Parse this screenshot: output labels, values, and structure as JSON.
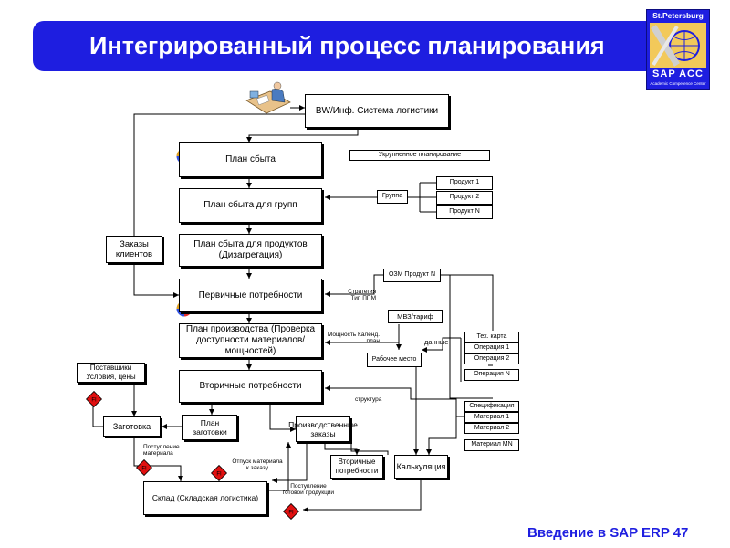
{
  "header": {
    "title": "Интегрированный процесс планирования"
  },
  "logo": {
    "top_text": "St.Petersburg",
    "brand": "SAP  ACC",
    "subtitle": "Academic Competence Center"
  },
  "footer": {
    "text": "Введение в SAP ERP  47"
  },
  "diagram": {
    "nodes": {
      "bw_system": "BW/Инф. Система логистики",
      "sales_plan": "План сбыта",
      "sales_plan_groups": "План сбыта для групп",
      "sales_plan_products": "План сбыта для продуктов (Дизагрегация)",
      "primary_demands": "Первичные потребности",
      "production_plan": "План производства (Проверка доступности материалов/мощностей)",
      "secondary_demands": "Вторичные потребности",
      "customer_orders": "Заказы клиентов",
      "suppliers": "Поставщики Условия, цены",
      "procurement": "Заготовка",
      "procurement_plan": "План заготовки",
      "production_orders": "Производственные заказы",
      "secondary_demands_small": "Вторичные потребности",
      "costing": "Калькуляция",
      "warehouse": "Склад (Складская логистика)",
      "rough_planning": "Укрупненное планирование",
      "group": "Группа",
      "product_1": "Продукт 1",
      "product_2": "Продукт 2",
      "product_n": "Продукт N",
      "ozm_product_n": "ОЗМ Продукт N",
      "mvz_tariff": "МВЗ/тариф",
      "work_center": "Рабочее место",
      "routing": "Тех. карта",
      "operation_1": "Операция 1",
      "operation_2": "Операция 2",
      "operation_n": "Операция N",
      "bom": "Спецификация",
      "material_1": "Материал 1",
      "material_2": "Материал 2",
      "material_mn": "Материал MN"
    },
    "labels": {
      "strategy": "Стратегия Тип ППМ",
      "capacity": "Мощность Календ. план",
      "data": "данные",
      "structure": "структура",
      "material_receipt": "Поступление материала",
      "material_issue": "Отпуск материала к заказу",
      "product_receipt": "Поступление готовой продукции"
    },
    "badges": {
      "fi": "FI"
    }
  }
}
